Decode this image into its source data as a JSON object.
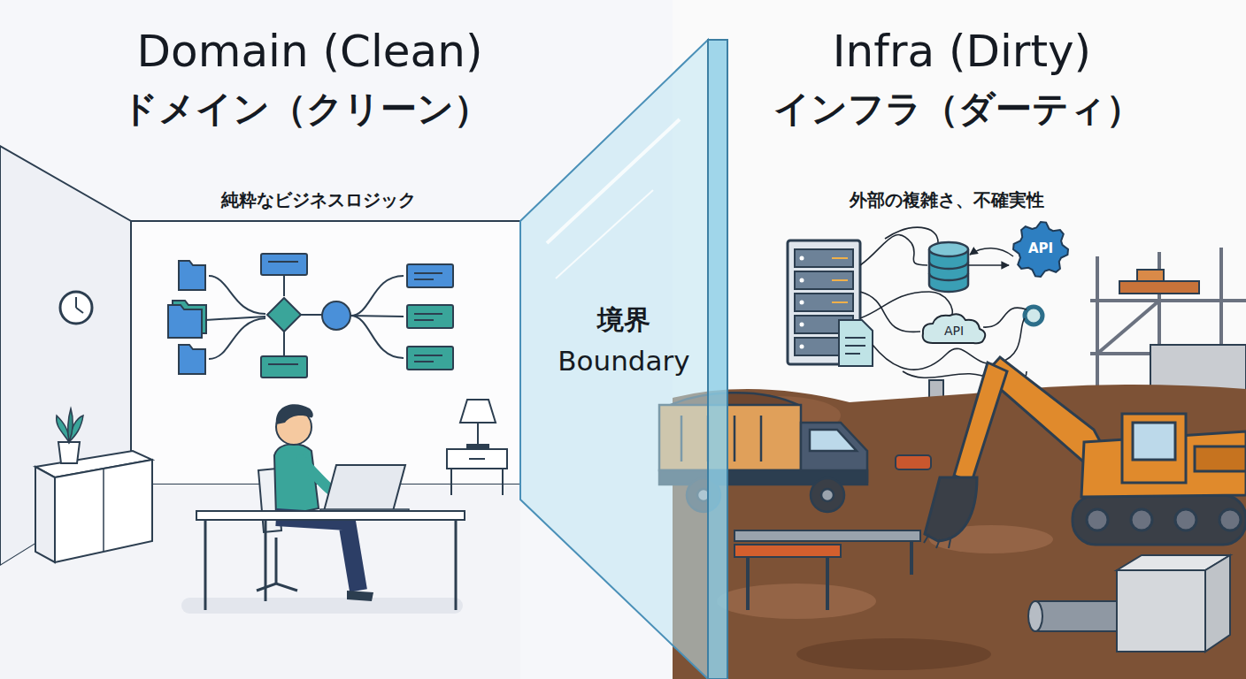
{
  "diagram": {
    "nodes": [
      {
        "text": [
          "Domain (Clean)",
          "ドメイン（クリーン）",
          "純粋なビジネスロジック"
        ]
      },
      {
        "text": [
          "境界",
          "Boundary"
        ]
      },
      {
        "text": [
          "Infra (Dirty)",
          "インフラ（ダーティ）",
          "外部の複雑さ、不確実性"
        ]
      },
      {
        "text": [
          "API"
        ],
        "in": 2
      },
      {
        "text": [
          "API"
        ],
        "in": 2
      }
    ]
  }
}
